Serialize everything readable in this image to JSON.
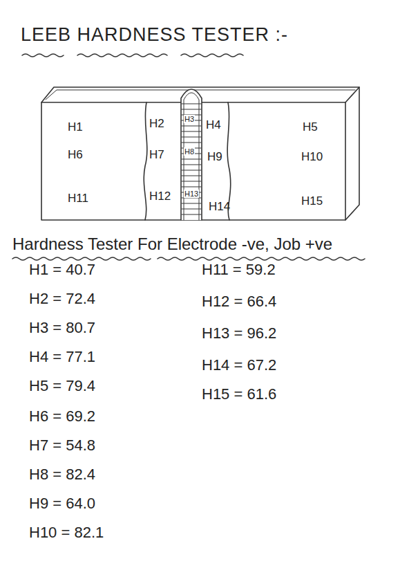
{
  "diagram": {
    "title": "LEEB HARDNESS TESTER :-",
    "labels": [
      "H1",
      "H2",
      "H3",
      "H4",
      "H5",
      "H6",
      "H7",
      "H8",
      "H9",
      "H10",
      "H11",
      "H12",
      "H13",
      "H14",
      "H15",
      "Hardness Tester For Electrode -ve, Job +ve",
      "H1 = 40.7",
      "H2 = 72.4",
      "H3 = 80.7",
      "H4 = 77.1",
      "H5 = 79.4",
      "H6 = 69.2",
      "H7 = 54.8",
      "H8 = 82.4",
      "H9 = 64.0",
      "H10 = 82.1",
      "H11 = 59.2",
      "H12 = 66.4",
      "H13 = 96.2",
      "H14 = 67.2",
      "H15 = 61.6"
    ]
  }
}
